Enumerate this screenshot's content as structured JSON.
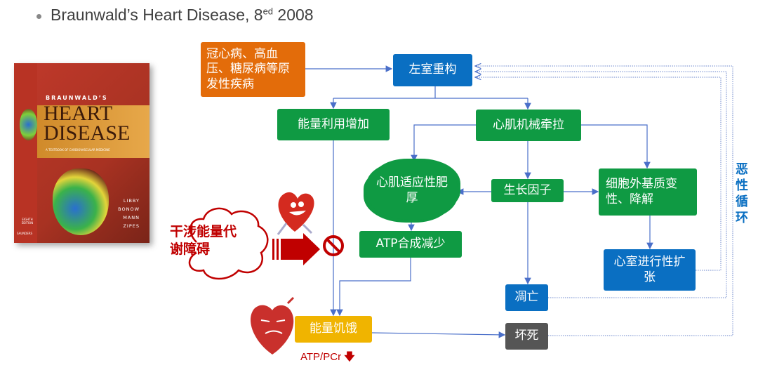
{
  "header": {
    "title_main": "Braunwald’s Heart Disease, 8",
    "title_sup": "ed",
    "title_year": " 2008"
  },
  "book": {
    "series": "BRAUNWALD’S",
    "line1": "HEART",
    "line2": "DISEASE",
    "subtitle": "A TEXTBOOK OF CARDIOVASCULAR MEDICINE",
    "authors": [
      "LIBBY",
      "BONOW",
      "MANN",
      "ZIPES"
    ],
    "edition": "EIGHTH EDITION",
    "publisher": "SAUNDERS"
  },
  "nodes": {
    "primary_disease": "冠心病、高血压、糖尿病等原发性疾病",
    "lv_remodeling": "左室重构",
    "energy_use_increase": "能量利用增加",
    "mechanical_stretch": "心肌机械牵拉",
    "adaptive_hypertrophy": "心肌适应性肥厚",
    "growth_factor": "生长因子",
    "ecm_degeneration": "细胞外基质变性、降解",
    "atp_synthesis_decrease": "ATP合成减少",
    "progressive_dilation": "心室进行性扩张",
    "apoptosis": "凋亡",
    "energy_starvation": "能量饥饿",
    "necrosis": "坏死",
    "atp_pcr": "ATP/PCr",
    "vicious_cycle": "恶性循环",
    "intervention": "干涉能量代谢障碍"
  },
  "colors": {
    "green": "#0f9a43",
    "blue": "#0a6fc2",
    "orange": "#e36c0a",
    "yellow": "#f0b400",
    "gray": "#555555",
    "red": "#c00000"
  }
}
